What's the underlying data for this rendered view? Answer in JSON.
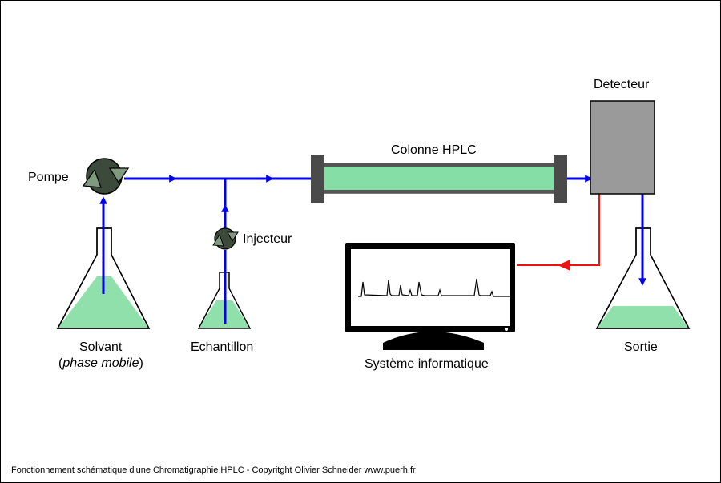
{
  "labels": {
    "pump": "Pompe",
    "column": "Colonne HPLC",
    "detector": "Detecteur",
    "injector": "Injecteur",
    "solvent": "Solvant",
    "solvent_sub_open": "(",
    "solvent_sub": "phase mobile",
    "solvent_sub_close": ")",
    "sample": "Echantillon",
    "computer": "Système informatique",
    "output": "Sortie"
  },
  "footer": "Fonctionnement schématique d'une Chromatigraphie HPLC - Copyritght Olivier Schneider www.puerh.fr",
  "colors": {
    "flow": "#0000ee",
    "signal": "#ee1111",
    "liquid": "#8fe0aa",
    "column_fill": "#86dea7",
    "column_cap": "#4a4a4a",
    "detector": "#9a9a9a",
    "pump_body": "#3b4a3b",
    "pump_arrow": "#7f9a7f"
  }
}
